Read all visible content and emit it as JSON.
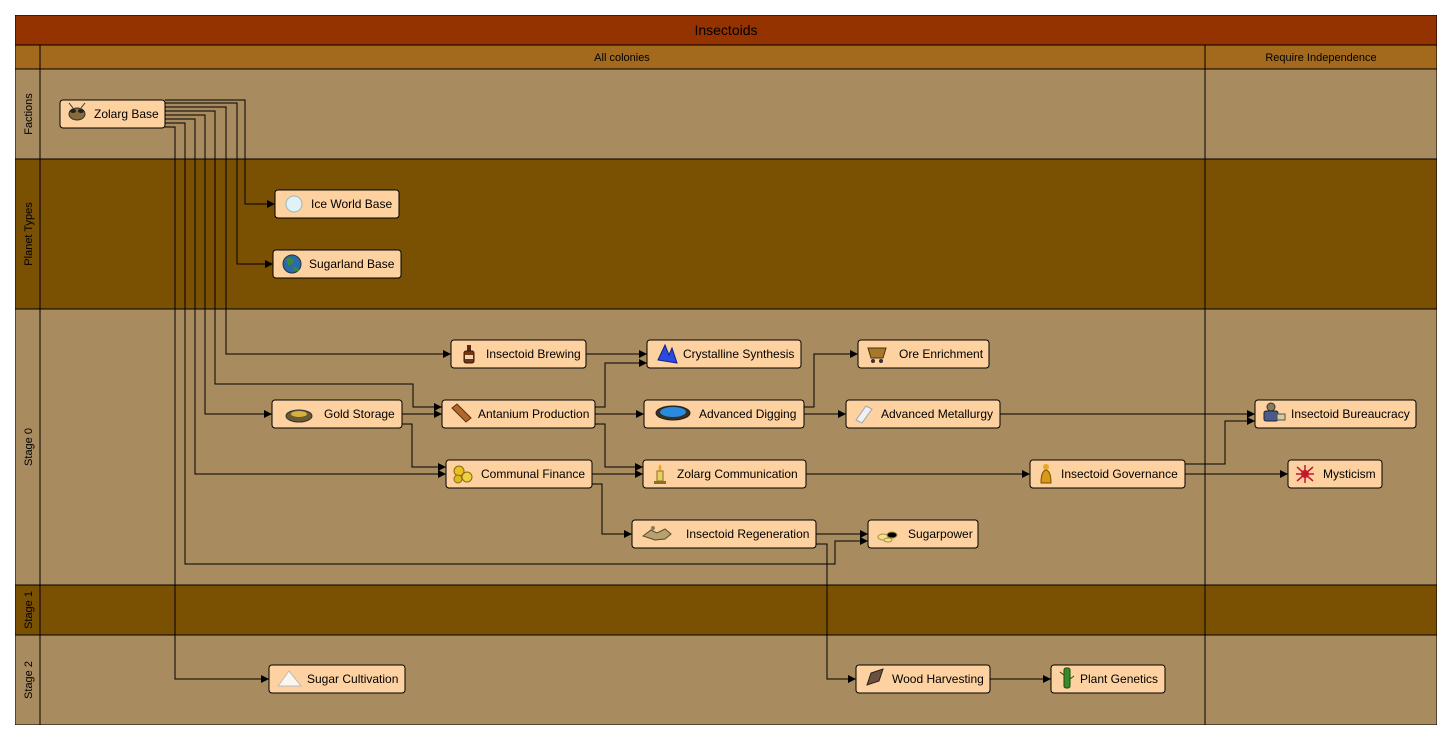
{
  "title": "Insectoids",
  "columns": [
    {
      "id": "all",
      "label": "All colonies"
    },
    {
      "id": "indep",
      "label": "Require Independence"
    }
  ],
  "lanes": [
    {
      "id": "factions",
      "label": "Factions"
    },
    {
      "id": "planet",
      "label": "Planet Types"
    },
    {
      "id": "stage0",
      "label": "Stage 0"
    },
    {
      "id": "stage1",
      "label": "Stage 1"
    },
    {
      "id": "stage2",
      "label": "Stage 2"
    }
  ],
  "colors": {
    "title_bar": "#943200",
    "column_bar": "#a36a1e",
    "lane_light": "#a88b5e",
    "lane_dark": "#7a5003",
    "node_fill": "#fdd1a0"
  },
  "nodes": [
    {
      "id": "zolarg",
      "label": "Zolarg Base",
      "icon": "insect-head-icon"
    },
    {
      "id": "ice",
      "label": "Ice World Base",
      "icon": "ice-planet-icon"
    },
    {
      "id": "sugarland",
      "label": "Sugarland Base",
      "icon": "globe-icon"
    },
    {
      "id": "brewing",
      "label": "Insectoid Brewing",
      "icon": "bottle-icon"
    },
    {
      "id": "crystal",
      "label": "Crystalline Synthesis",
      "icon": "blue-crystal-icon"
    },
    {
      "id": "ore",
      "label": "Ore Enrichment",
      "icon": "ore-cart-icon"
    },
    {
      "id": "gold",
      "label": "Gold Storage",
      "icon": "gold-pile-icon"
    },
    {
      "id": "antanium",
      "label": "Antanium Production",
      "icon": "wood-plank-icon"
    },
    {
      "id": "digging",
      "label": "Advanced Digging",
      "icon": "water-pit-icon"
    },
    {
      "id": "metallurgy",
      "label": "Advanced Metallurgy",
      "icon": "metal-bar-icon"
    },
    {
      "id": "bureaucracy",
      "label": "Insectoid Bureaucracy",
      "icon": "bureaucrat-icon"
    },
    {
      "id": "finance",
      "label": "Communal Finance",
      "icon": "gold-coins-icon"
    },
    {
      "id": "communication",
      "label": "Zolarg Communication",
      "icon": "candle-icon"
    },
    {
      "id": "governance",
      "label": "Insectoid Governance",
      "icon": "golden-statue-icon"
    },
    {
      "id": "mysticism",
      "label": "Mysticism",
      "icon": "red-spider-icon"
    },
    {
      "id": "regeneration",
      "label": "Insectoid Regeneration",
      "icon": "debris-icon"
    },
    {
      "id": "sugarpower",
      "label": "Sugarpower",
      "icon": "sugar-crystals-icon"
    },
    {
      "id": "cultivation",
      "label": "Sugar Cultivation",
      "icon": "sugar-pile-icon"
    },
    {
      "id": "wood",
      "label": "Wood Harvesting",
      "icon": "log-icon"
    },
    {
      "id": "genetics",
      "label": "Plant Genetics",
      "icon": "plant-icon"
    }
  ],
  "edges": [
    [
      "zolarg",
      "ice"
    ],
    [
      "zolarg",
      "sugarland"
    ],
    [
      "zolarg",
      "brewing"
    ],
    [
      "zolarg",
      "antanium"
    ],
    [
      "zolarg",
      "gold"
    ],
    [
      "zolarg",
      "finance"
    ],
    [
      "zolarg",
      "sugarpower"
    ],
    [
      "zolarg",
      "cultivation"
    ],
    [
      "brewing",
      "crystal"
    ],
    [
      "antanium",
      "crystal"
    ],
    [
      "antanium",
      "digging"
    ],
    [
      "antanium",
      "communication"
    ],
    [
      "gold",
      "antanium"
    ],
    [
      "gold",
      "finance"
    ],
    [
      "finance",
      "communication"
    ],
    [
      "finance",
      "regeneration"
    ],
    [
      "digging",
      "ore"
    ],
    [
      "digging",
      "metallurgy"
    ],
    [
      "metallurgy",
      "bureaucracy"
    ],
    [
      "communication",
      "governance"
    ],
    [
      "governance",
      "bureaucracy"
    ],
    [
      "governance",
      "mysticism"
    ],
    [
      "regeneration",
      "sugarpower"
    ],
    [
      "regeneration",
      "wood"
    ],
    [
      "wood",
      "genetics"
    ]
  ]
}
